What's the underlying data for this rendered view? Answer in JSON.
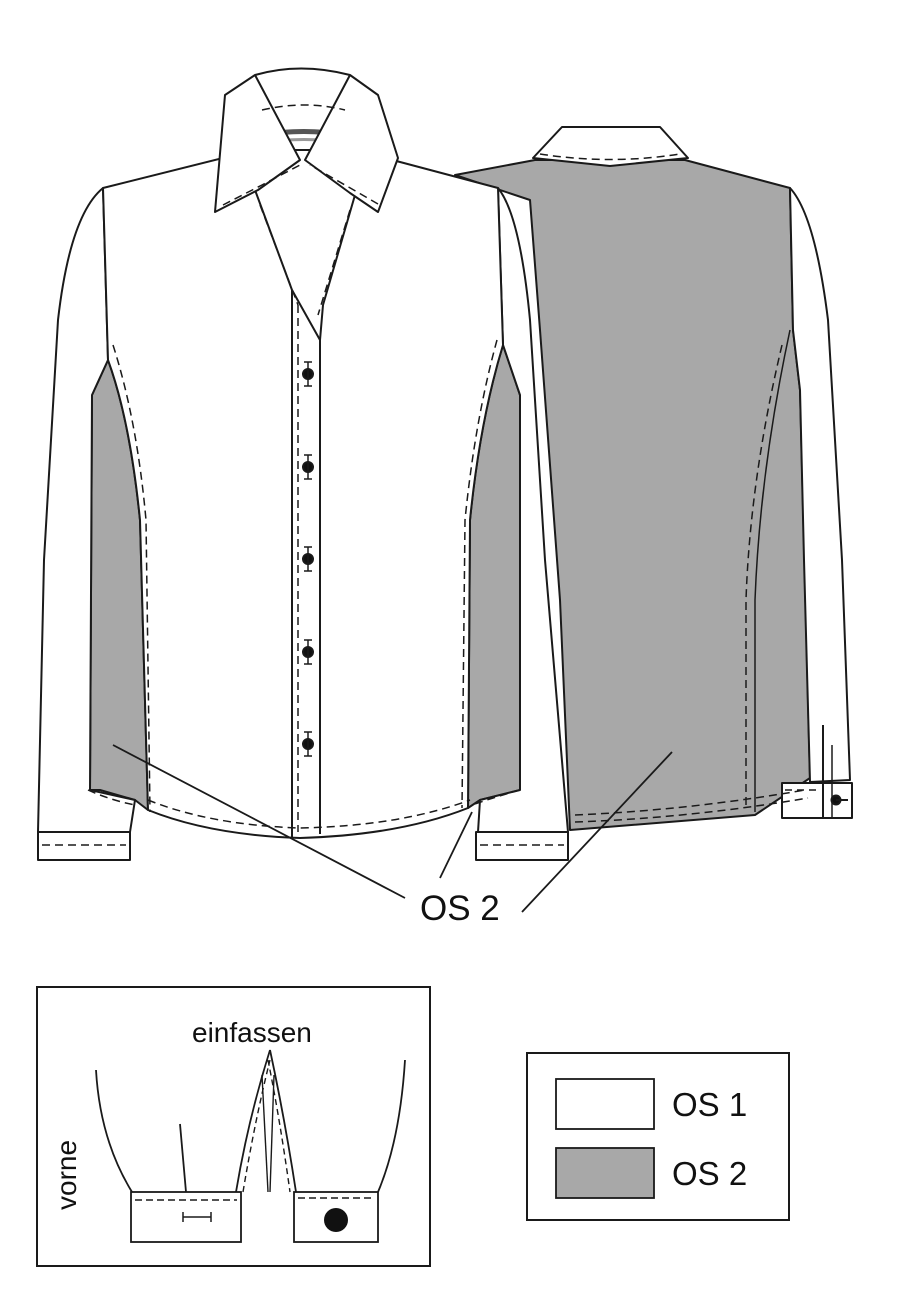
{
  "callout_label": "OS 2",
  "detail_box": {
    "title": "einfassen",
    "side_label": "vorne"
  },
  "legend": {
    "items": [
      {
        "label": "OS 1",
        "color": "#ffffff"
      },
      {
        "label": "OS 2",
        "color": "#a8a8a8"
      }
    ]
  },
  "colors": {
    "fabric_os1": "#ffffff",
    "fabric_os2": "#a8a8a8",
    "outline": "#1a1a1a"
  },
  "icons": [
    "button-icon",
    "buttonhole-icon"
  ]
}
